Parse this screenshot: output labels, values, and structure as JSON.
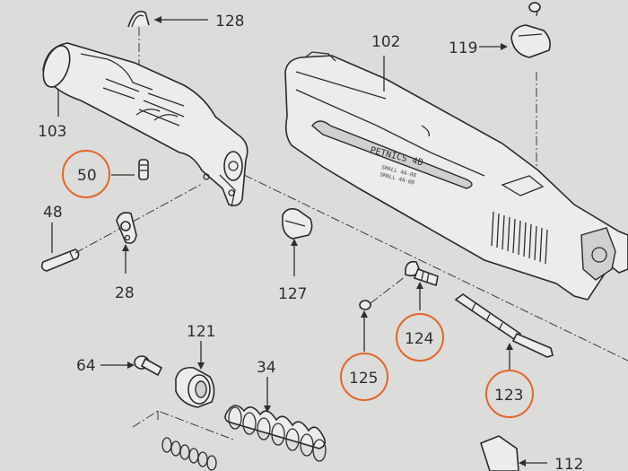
{
  "diagram": {
    "slide_engraving": "PETNICS 4B",
    "slide_engraving_small": [
      "SMALL 4A-08",
      "SMALL 4A-08"
    ],
    "part_labels": {
      "p128": "128",
      "p102": "102",
      "p119": "119",
      "p103": "103",
      "p50": "50",
      "p48": "48",
      "p28": "28",
      "p127": "127",
      "p124": "124",
      "p125": "125",
      "p123": "123",
      "p121": "121",
      "p64": "64",
      "p34": "34",
      "p112": "112"
    },
    "highlight_color": "#e2662a",
    "highlighted_parts": [
      "50",
      "124",
      "125",
      "123"
    ]
  }
}
